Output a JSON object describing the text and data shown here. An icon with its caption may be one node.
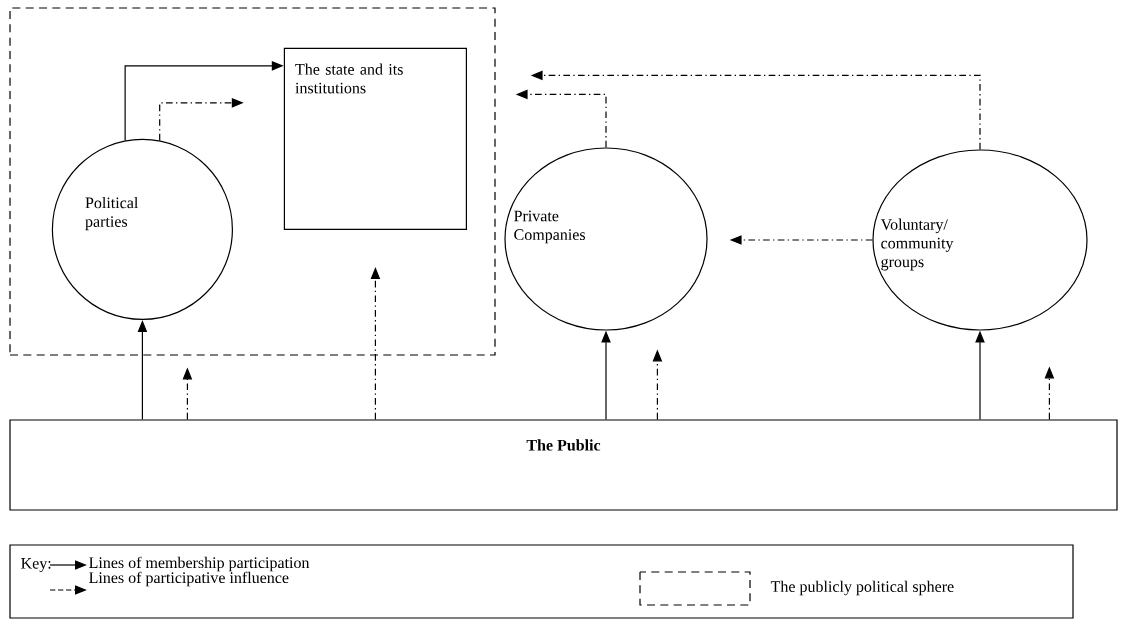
{
  "diagram": {
    "nodes": [
      {
        "text": [],
        "shape": "box"
      },
      {
        "text": [
          "Political parties"
        ],
        "in": 0
      },
      {
        "text": [
          "The state and its institutions"
        ],
        "in": 0
      },
      {
        "text": [
          "Private Companies"
        ]
      },
      {
        "text": [
          "Voluntary/ community groups"
        ]
      },
      {
        "text": [
          "The Public"
        ]
      }
    ],
    "edges": [
      {
        "from": 1,
        "to": 2,
        "arrow": "to"
      },
      {
        "from": 1,
        "to": 2,
        "arrow": "to",
        "style": "dashed"
      },
      {
        "from": 3,
        "to": 0,
        "arrow": "to",
        "style": "dashed"
      },
      {
        "from": 4,
        "to": 0,
        "arrow": "to",
        "style": "dashed"
      },
      {
        "from": 4,
        "to": 3,
        "arrow": "to",
        "style": "dashed"
      },
      {
        "from": 5,
        "to": 1,
        "arrow": "to"
      },
      {
        "from": 5,
        "to": null,
        "arrow": "to",
        "style": "dashed"
      },
      {
        "from": 5,
        "to": 2,
        "arrow": "to",
        "style": "dashed"
      },
      {
        "from": 5,
        "to": 3,
        "arrow": "to"
      },
      {
        "from": 5,
        "to": null,
        "arrow": "to",
        "style": "dashed"
      },
      {
        "from": 5,
        "to": 4,
        "arrow": "to"
      },
      {
        "from": 5,
        "to": null,
        "arrow": "to",
        "style": "dashed"
      }
    ],
    "labels": [
      "Key:"
    ],
    "legend": [
      {
        "text": "Lines of membership participation"
      },
      {
        "text": "Lines of participative influence"
      },
      {
        "text": "The publicly political sphere"
      }
    ]
  }
}
